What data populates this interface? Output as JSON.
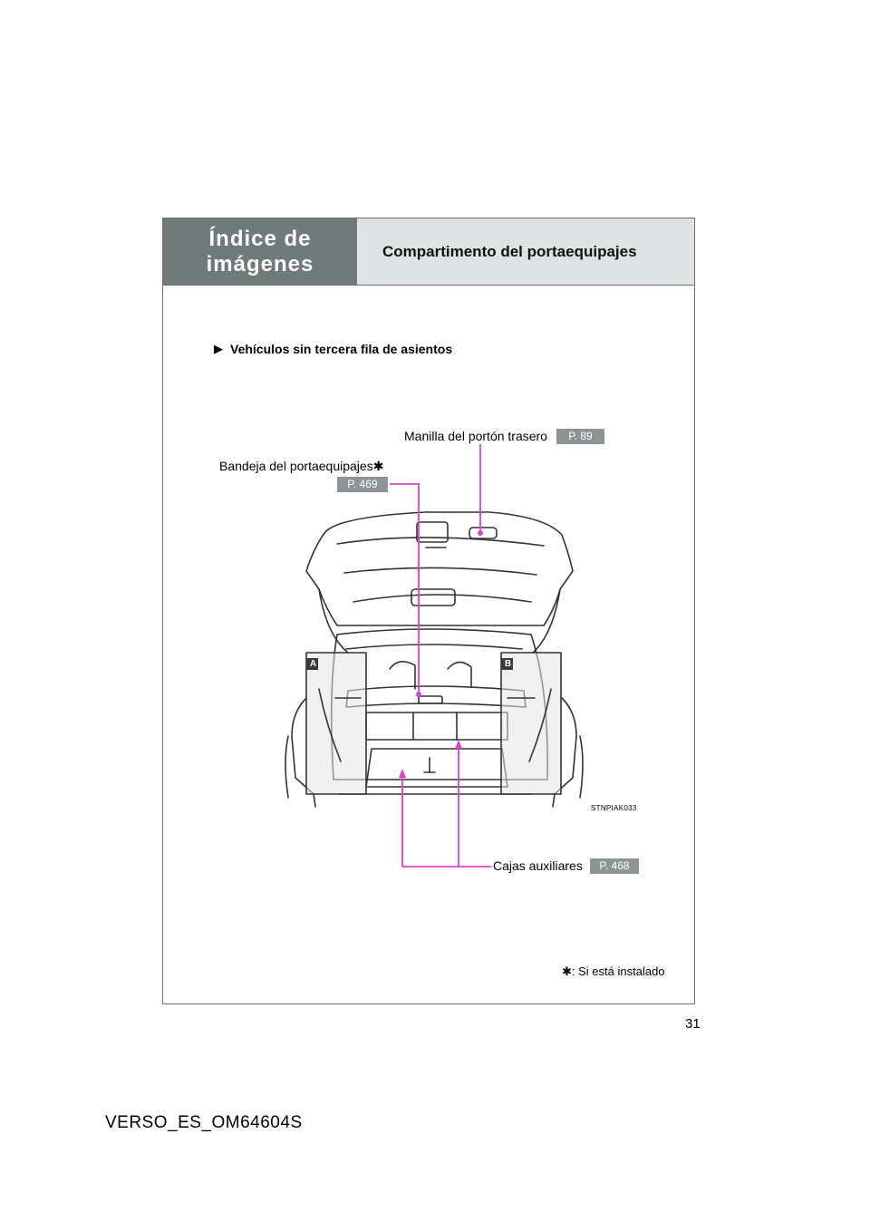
{
  "header": {
    "section_line1": "Índice de",
    "section_line2": "imágenes",
    "title": "Compartimento del portaequipajes"
  },
  "subtitle": "Vehículos sin tercera fila de asientos",
  "callouts": {
    "handle_label": "Manilla del portón trasero",
    "handle_ref": "P. 89",
    "tray_label": "Bandeja del portaequipajes",
    "tray_ref": "P. 469",
    "boxes_label": "Cajas auxiliares",
    "boxes_ref": "P. 468"
  },
  "markers": {
    "a": "A",
    "b": "B"
  },
  "illustration_code": "STNPIAK033",
  "footnote": ": Si está instalado",
  "page_number": "31",
  "doc_code": "VERSO_ES_OM64604S",
  "colors": {
    "leader": "#e040d0",
    "header_dark": "#6f7b7a",
    "header_light": "#dde2e2",
    "ref_badge": "#8c9595"
  }
}
